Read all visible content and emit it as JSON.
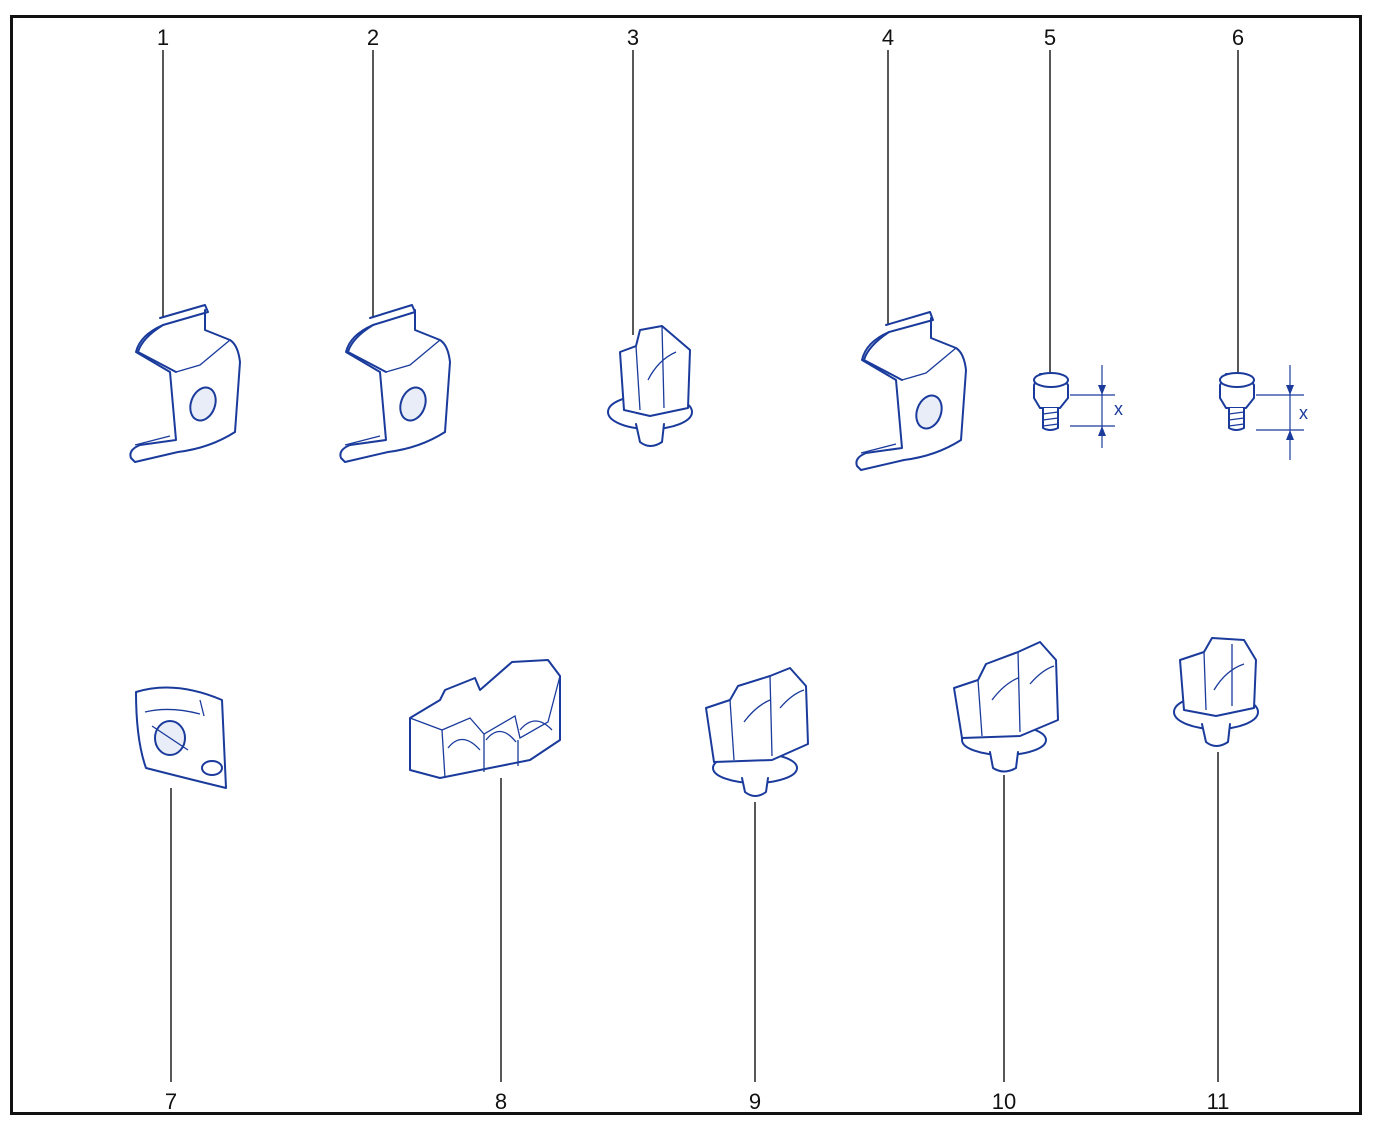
{
  "callouts": {
    "c1": "1",
    "c2": "2",
    "c3": "3",
    "c4": "4",
    "c5": "5",
    "c6": "6",
    "c7": "7",
    "c8": "8",
    "c9": "9",
    "c10": "10",
    "c11": "11"
  },
  "dimension_label": "x",
  "colors": {
    "line_art": "#1a3b9c",
    "frame": "#111111",
    "background": "#ffffff"
  }
}
